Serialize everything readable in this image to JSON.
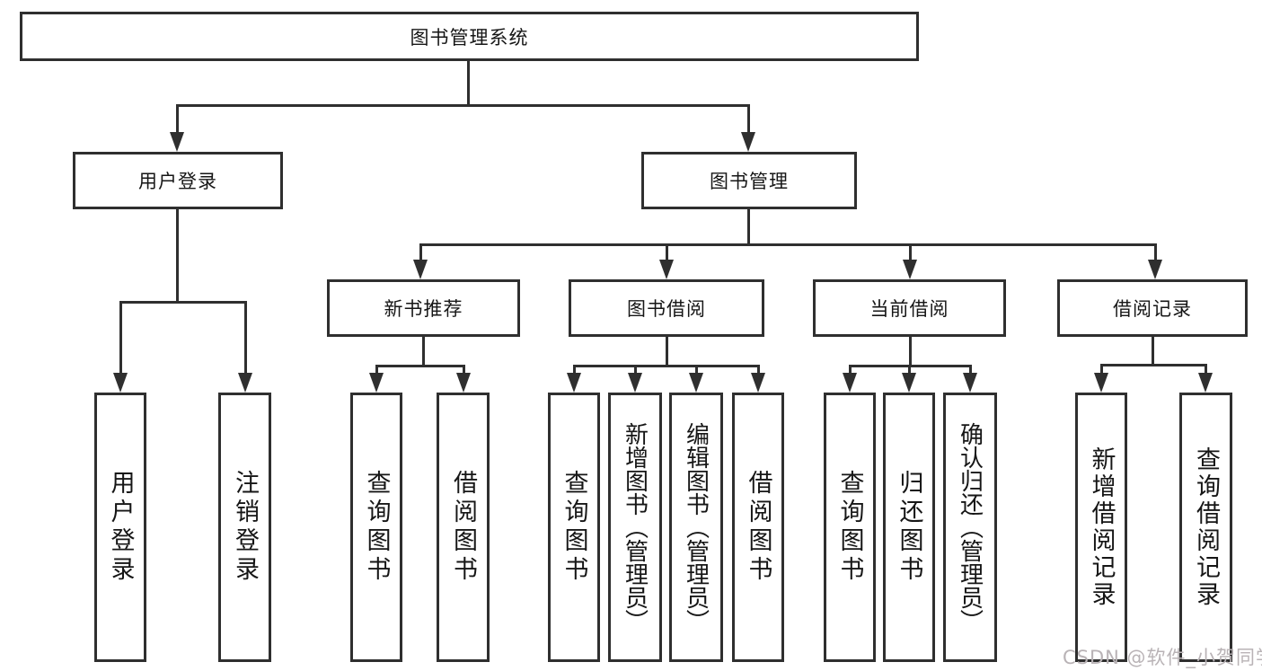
{
  "tree": {
    "root": {
      "label": "图书管理系统"
    },
    "children": [
      {
        "label": "用户登录",
        "children": [
          {
            "label": "用户登录"
          },
          {
            "label": "注销登录"
          }
        ]
      },
      {
        "label": "图书管理",
        "children": [
          {
            "label": "新书推荐",
            "children": [
              {
                "label": "查询图书"
              },
              {
                "label": "借阅图书"
              }
            ]
          },
          {
            "label": "图书借阅",
            "children": [
              {
                "label": "查询图书"
              },
              {
                "label": "新增图书（管理员）"
              },
              {
                "label": "编辑图书（管理员）"
              },
              {
                "label": "借阅图书"
              }
            ]
          },
          {
            "label": "当前借阅",
            "children": [
              {
                "label": "查询图书"
              },
              {
                "label": "归还图书"
              },
              {
                "label": "确认归还（管理员）"
              }
            ]
          },
          {
            "label": "借阅记录",
            "children": [
              {
                "label": "新增借阅记录"
              },
              {
                "label": "查询借阅记录"
              }
            ]
          }
        ]
      }
    ]
  },
  "watermark": {
    "text": "CSDN @软件_小贺同学"
  },
  "colors": {
    "line": "#2f2f2f",
    "text": "#161616",
    "background": "#ffffff",
    "watermark": "#b9b3b6"
  }
}
